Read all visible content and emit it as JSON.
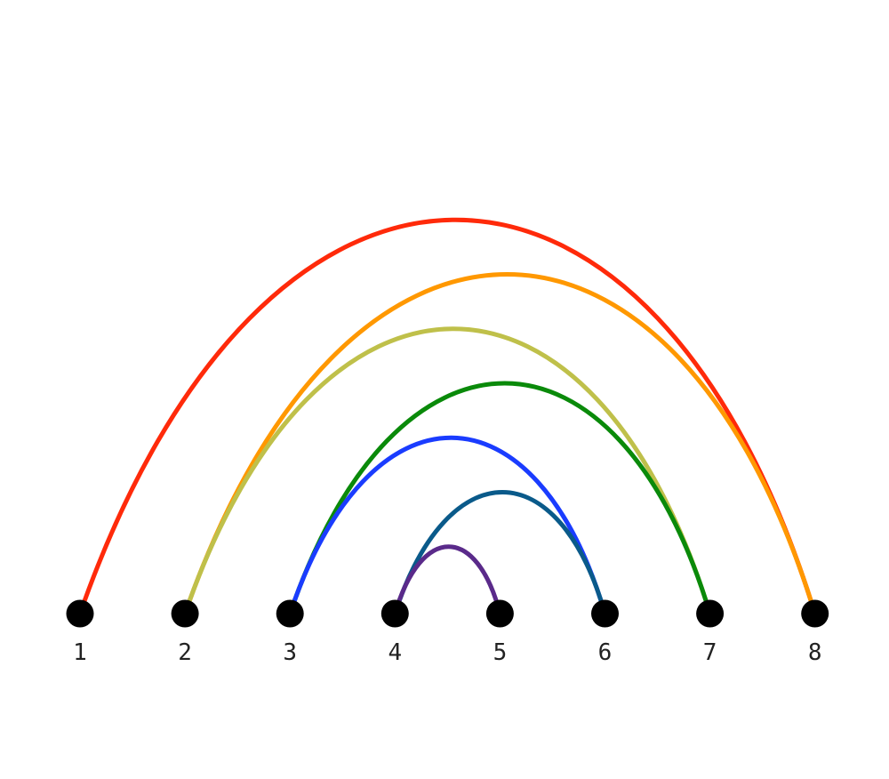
{
  "diagram": {
    "type": "arc-diagram",
    "node_color": "#000000",
    "nodes": [
      {
        "id": 1,
        "label": "1"
      },
      {
        "id": 2,
        "label": "2"
      },
      {
        "id": 3,
        "label": "3"
      },
      {
        "id": 4,
        "label": "4"
      },
      {
        "id": 5,
        "label": "5"
      },
      {
        "id": 6,
        "label": "6"
      },
      {
        "id": 7,
        "label": "7"
      },
      {
        "id": 8,
        "label": "8"
      }
    ],
    "edges": [
      {
        "from": 1,
        "to": 8,
        "color": "#ff2a0a"
      },
      {
        "from": 2,
        "to": 8,
        "color": "#ff9800"
      },
      {
        "from": 2,
        "to": 7,
        "color": "#bfc04a"
      },
      {
        "from": 3,
        "to": 7,
        "color": "#0a8a0a"
      },
      {
        "from": 3,
        "to": 6,
        "color": "#1a3cff"
      },
      {
        "from": 4,
        "to": 6,
        "color": "#0a5a8a"
      },
      {
        "from": 4,
        "to": 5,
        "color": "#5a2a8a"
      }
    ]
  }
}
